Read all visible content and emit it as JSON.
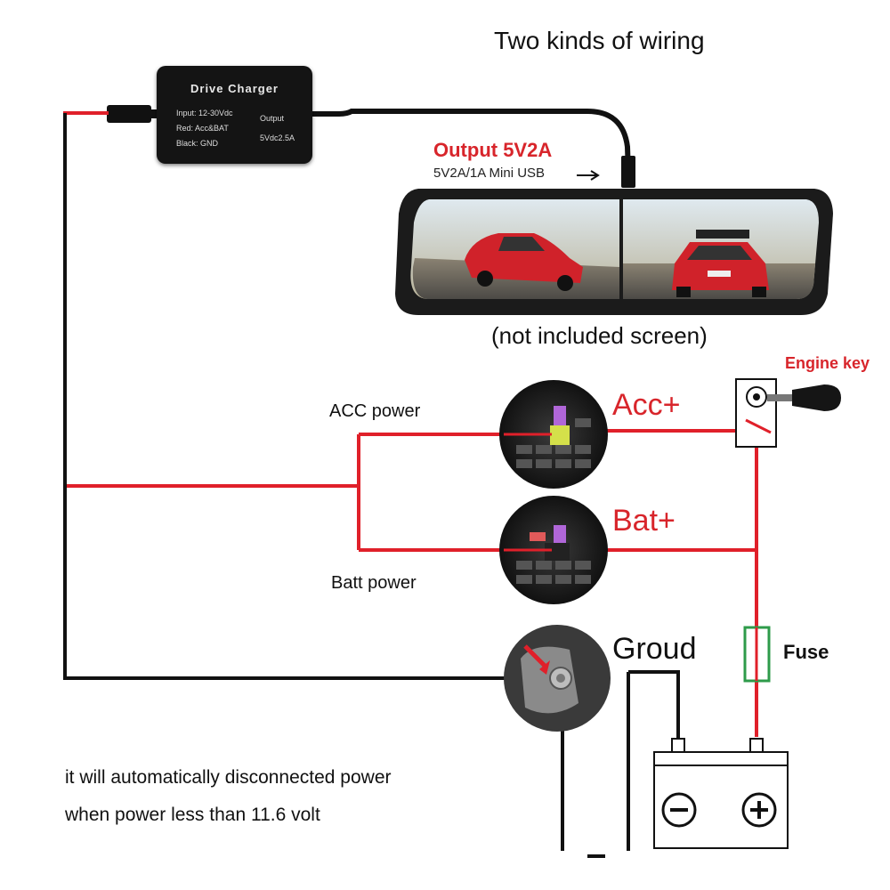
{
  "title": "Two kinds of wiring",
  "charger": {
    "name": "Drive Charger",
    "input": "Input: 12-30Vdc",
    "red": "Red: Acc&BAT",
    "black": "Black: GND",
    "output_label": "Output",
    "output_value": "5Vdc2.5A"
  },
  "output_heading": "Output 5V2A",
  "usb_label": "5V2A/1A Mini USB",
  "screen_note": "(not included screen)",
  "engine_key": "Engine key",
  "acc_power": "ACC power",
  "batt_power": "Batt power",
  "acc_plus": "Acc+",
  "bat_plus": "Bat+",
  "ground": "Groud",
  "fuse": "Fuse",
  "note_line1": "it will automatically disconnected power",
  "note_line2": "when power less than 11.6 volt",
  "colors": {
    "wire_red": "#e0202a",
    "wire_black": "#111111",
    "fuse_green": "#2e9b4a",
    "label_red": "#d8252b"
  }
}
